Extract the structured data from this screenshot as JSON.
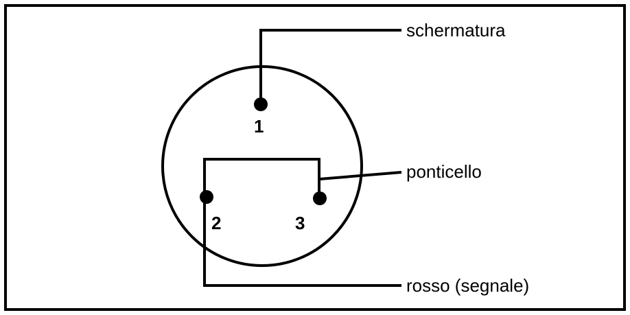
{
  "labels": {
    "shield": "schermatura",
    "bridge": "ponticello",
    "signal": "rosso (segnale)"
  },
  "pins": {
    "pin1": "1",
    "pin2": "2",
    "pin3": "3"
  },
  "colors": {
    "ink": "#000000",
    "background": "#ffffff"
  }
}
